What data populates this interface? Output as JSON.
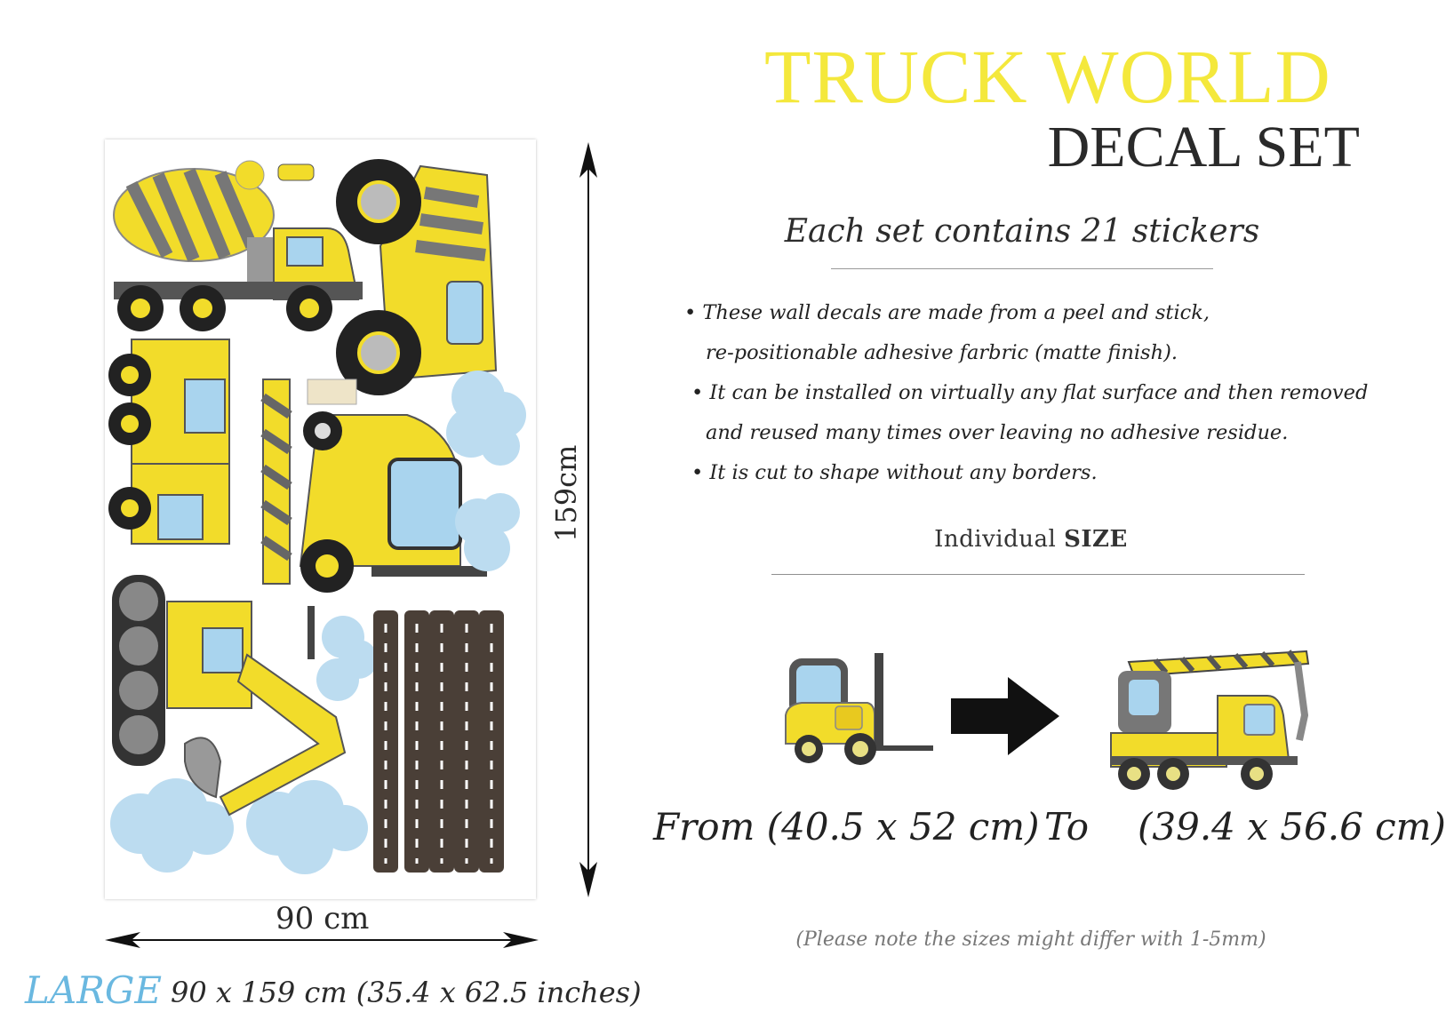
{
  "title": {
    "main": "TRUCK WORLD",
    "sub": "DECAL SET"
  },
  "subtitle": "Each set contains 21 stickers",
  "bullets": [
    "• These wall decals are made from a peel and stick,",
    "re-positionable adhesive farbric (matte finish).",
    "• It can be installed on virtually any flat surface and then removed",
    "and reused many times over leaving no adhesive residue.",
    "• It is cut to shape without any borders."
  ],
  "size_heading": {
    "prefix": "Individual",
    "bold": "SIZE"
  },
  "size_range": {
    "from": "From (40.5 x 52 cm)",
    "to_word": "To",
    "to_dims": "(39.4 x 56.6 cm)"
  },
  "note": "(Please note the sizes might differ with 1-5mm)",
  "sheet": {
    "width_label": "90 cm",
    "height_label": "159cm",
    "size_name": "LARGE",
    "size_dims": "90 x 159 cm (35.4 x 62.5 inches)"
  },
  "colors": {
    "title_yellow": "#f4e83c",
    "truck_yellow": "#f2dc2a",
    "large_blue": "#6ab8e0",
    "cloud_blue": "#bcdcf0",
    "road_brown": "#4a3f37"
  },
  "icons": [
    "forklift-icon",
    "arrow-right-icon",
    "crane-truck-icon",
    "cement-mixer-icon",
    "dump-truck-icon",
    "excavator-icon",
    "cloud-icon",
    "road-icon"
  ]
}
